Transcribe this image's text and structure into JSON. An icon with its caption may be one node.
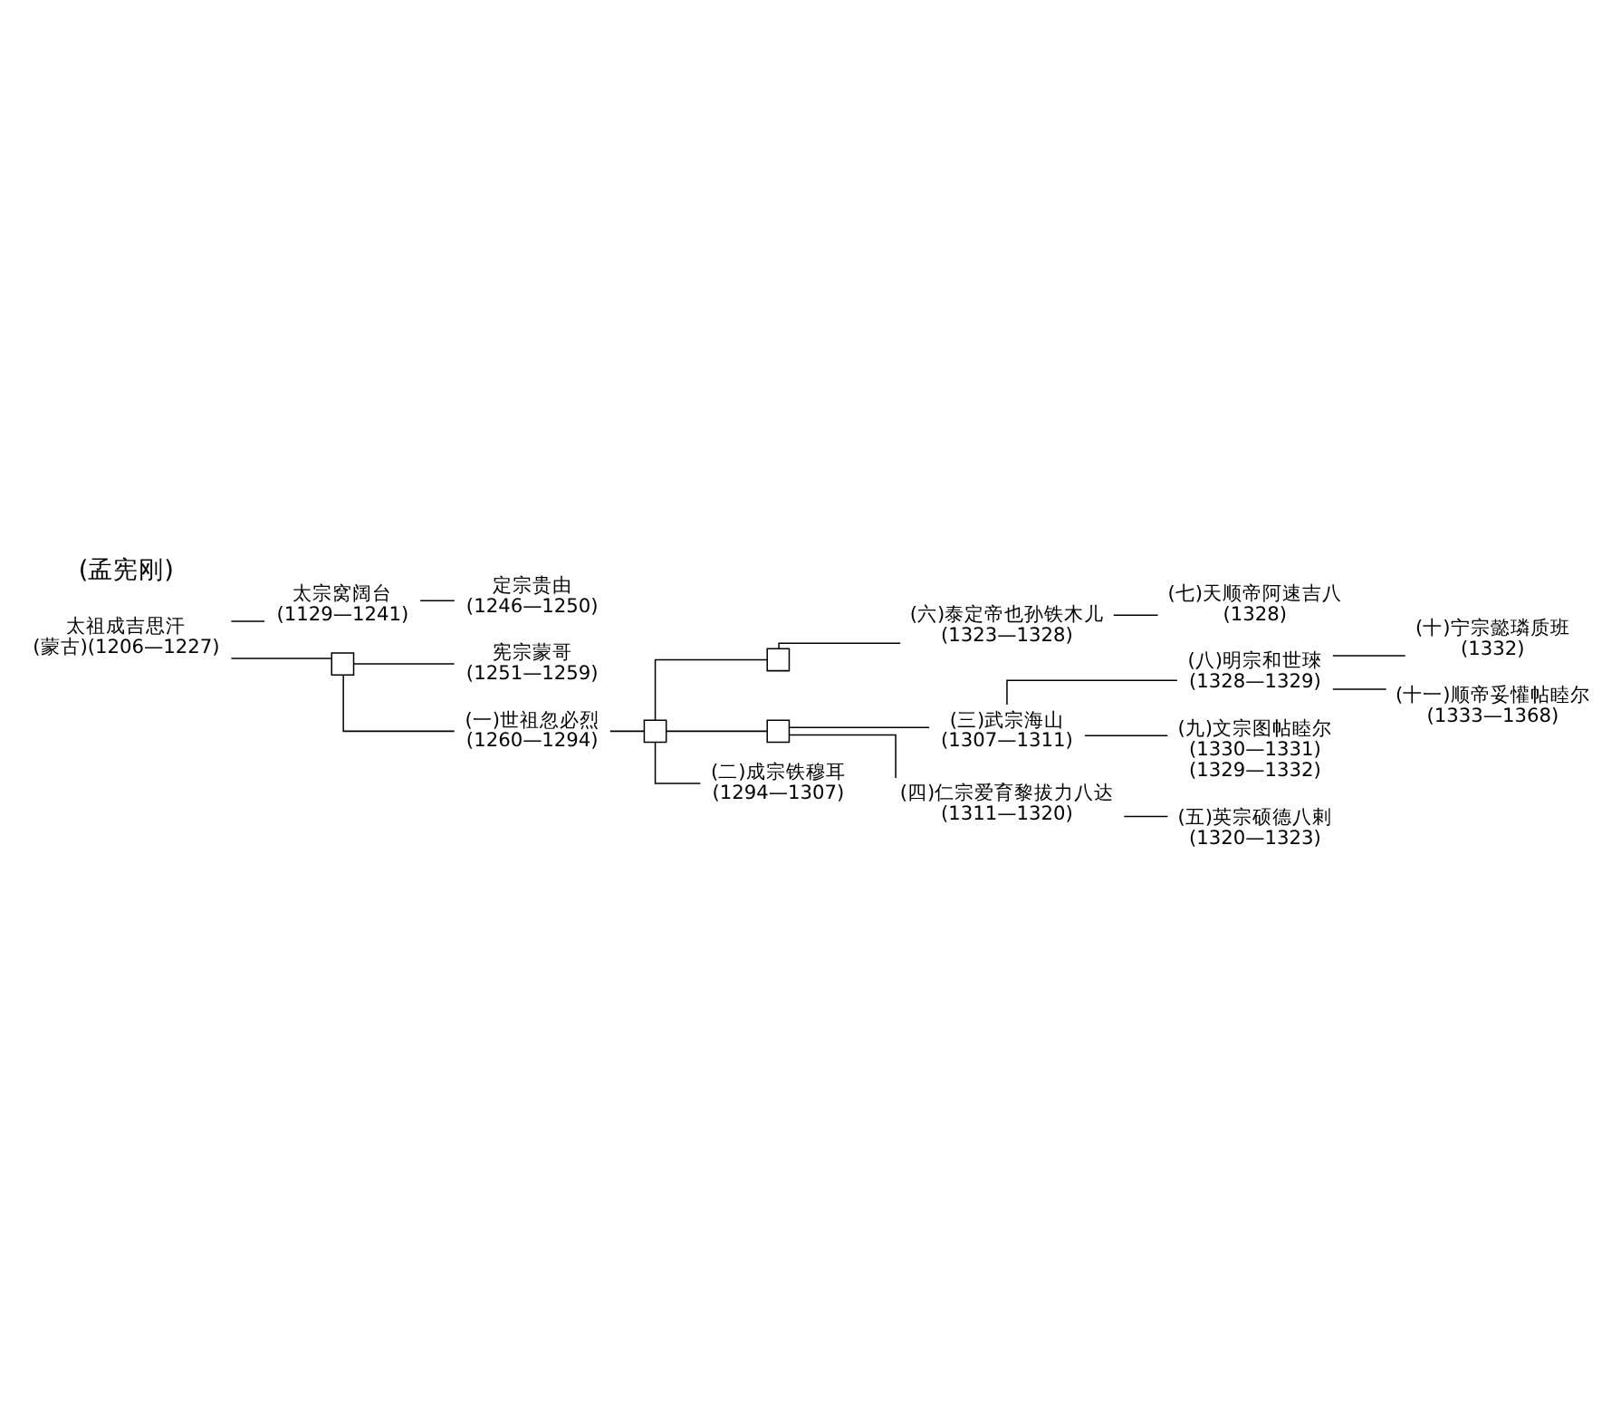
{
  "diagram": {
    "nodes": [
      {
        "text": [
          "太祖成吉思汗",
          "(蒙古)(1206—1227)"
        ]
      },
      {
        "text": [
          "太宗窝阔台",
          "(1129—1241)"
        ]
      },
      {
        "text": [
          "定宗贵由",
          "(1246—1250)"
        ]
      },
      {
        "text": [],
        "shape": "box"
      },
      {
        "text": [
          "宪宗蒙哥",
          "(1251—1259)"
        ]
      },
      {
        "text": [
          "(一)世祖忽必烈",
          "(1260—1294)"
        ]
      },
      {
        "text": [],
        "shape": "box"
      },
      {
        "text": [],
        "shape": "box"
      },
      {
        "text": [
          "(六)泰定帝也孙铁木儿",
          "(1323—1328)"
        ]
      },
      {
        "text": [
          "(七)天顺帝阿速吉八",
          "(1328)"
        ]
      },
      {
        "text": [
          "(十)宁宗懿璘质班",
          "(1332)"
        ]
      },
      {
        "text": [
          "(八)明宗和世琜",
          "(1328—1329)"
        ]
      },
      {
        "text": [
          "(三)武宗海山",
          "(1307—1311)"
        ]
      },
      {
        "text": [
          "(十一)顺帝妥懽帖睦尔",
          "(1333—1368)"
        ]
      },
      {
        "text": [
          "(九)文宗图帖睦尔",
          "(1330—1331)",
          "(1329—1332)"
        ]
      },
      {
        "text": [],
        "shape": "box"
      },
      {
        "text": [
          "(四)仁宗爱育黎拔力八达",
          "(1311—1320)"
        ]
      },
      {
        "text": [
          "(五)英宗硕德八剌",
          "(1320—1323)"
        ]
      },
      {
        "text": [
          "(二)成宗铁穆耳",
          "(1294—1307)"
        ]
      }
    ],
    "edges": [
      {
        "from": 0,
        "to": 1,
        "arrow": "none"
      },
      {
        "from": 0,
        "to": 3,
        "arrow": "none"
      },
      {
        "from": 1,
        "to": 2,
        "arrow": "none"
      },
      {
        "from": 3,
        "to": 4,
        "arrow": "none"
      },
      {
        "from": 3,
        "to": 5,
        "arrow": "none"
      },
      {
        "from": 5,
        "to": 6,
        "arrow": "none"
      },
      {
        "from": 6,
        "to": 7,
        "arrow": "none"
      },
      {
        "from": 6,
        "to": 15,
        "arrow": "none"
      },
      {
        "from": 6,
        "to": 18,
        "arrow": "none"
      },
      {
        "from": 7,
        "to": 8,
        "arrow": "none"
      },
      {
        "from": 8,
        "to": 9,
        "arrow": "none"
      },
      {
        "from": 15,
        "to": 12,
        "arrow": "none"
      },
      {
        "from": 15,
        "to": 16,
        "arrow": "none"
      },
      {
        "from": 12,
        "to": 11,
        "arrow": "none"
      },
      {
        "from": 12,
        "to": 14,
        "arrow": "none"
      },
      {
        "from": 11,
        "to": 10,
        "arrow": "none"
      },
      {
        "from": 11,
        "to": 13,
        "arrow": "none"
      },
      {
        "from": 16,
        "to": 17,
        "arrow": "none"
      }
    ],
    "labels": [
      "(孟宪刚)"
    ]
  }
}
